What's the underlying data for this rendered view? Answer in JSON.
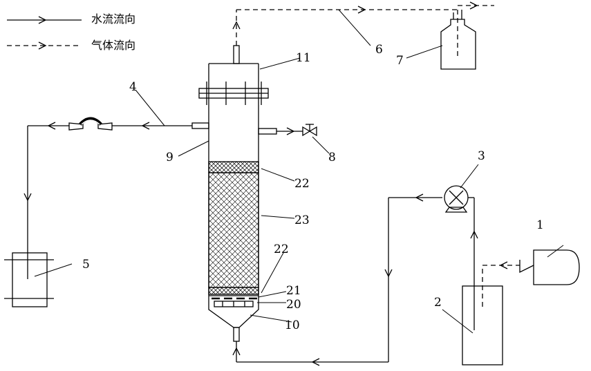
{
  "legend": {
    "water_flow": "水流流向",
    "gas_flow": "气体流向"
  },
  "labels": {
    "n1": "1",
    "n2": "2",
    "n3": "3",
    "n4": "4",
    "n5": "5",
    "n6": "6",
    "n7": "7",
    "n8": "8",
    "n9": "9",
    "n10": "10",
    "n11": "11",
    "n20": "20",
    "n21": "21",
    "n22a": "22",
    "n22b": "22",
    "n23": "23"
  },
  "colors": {
    "ink": "#000000",
    "background": "#ffffff"
  }
}
